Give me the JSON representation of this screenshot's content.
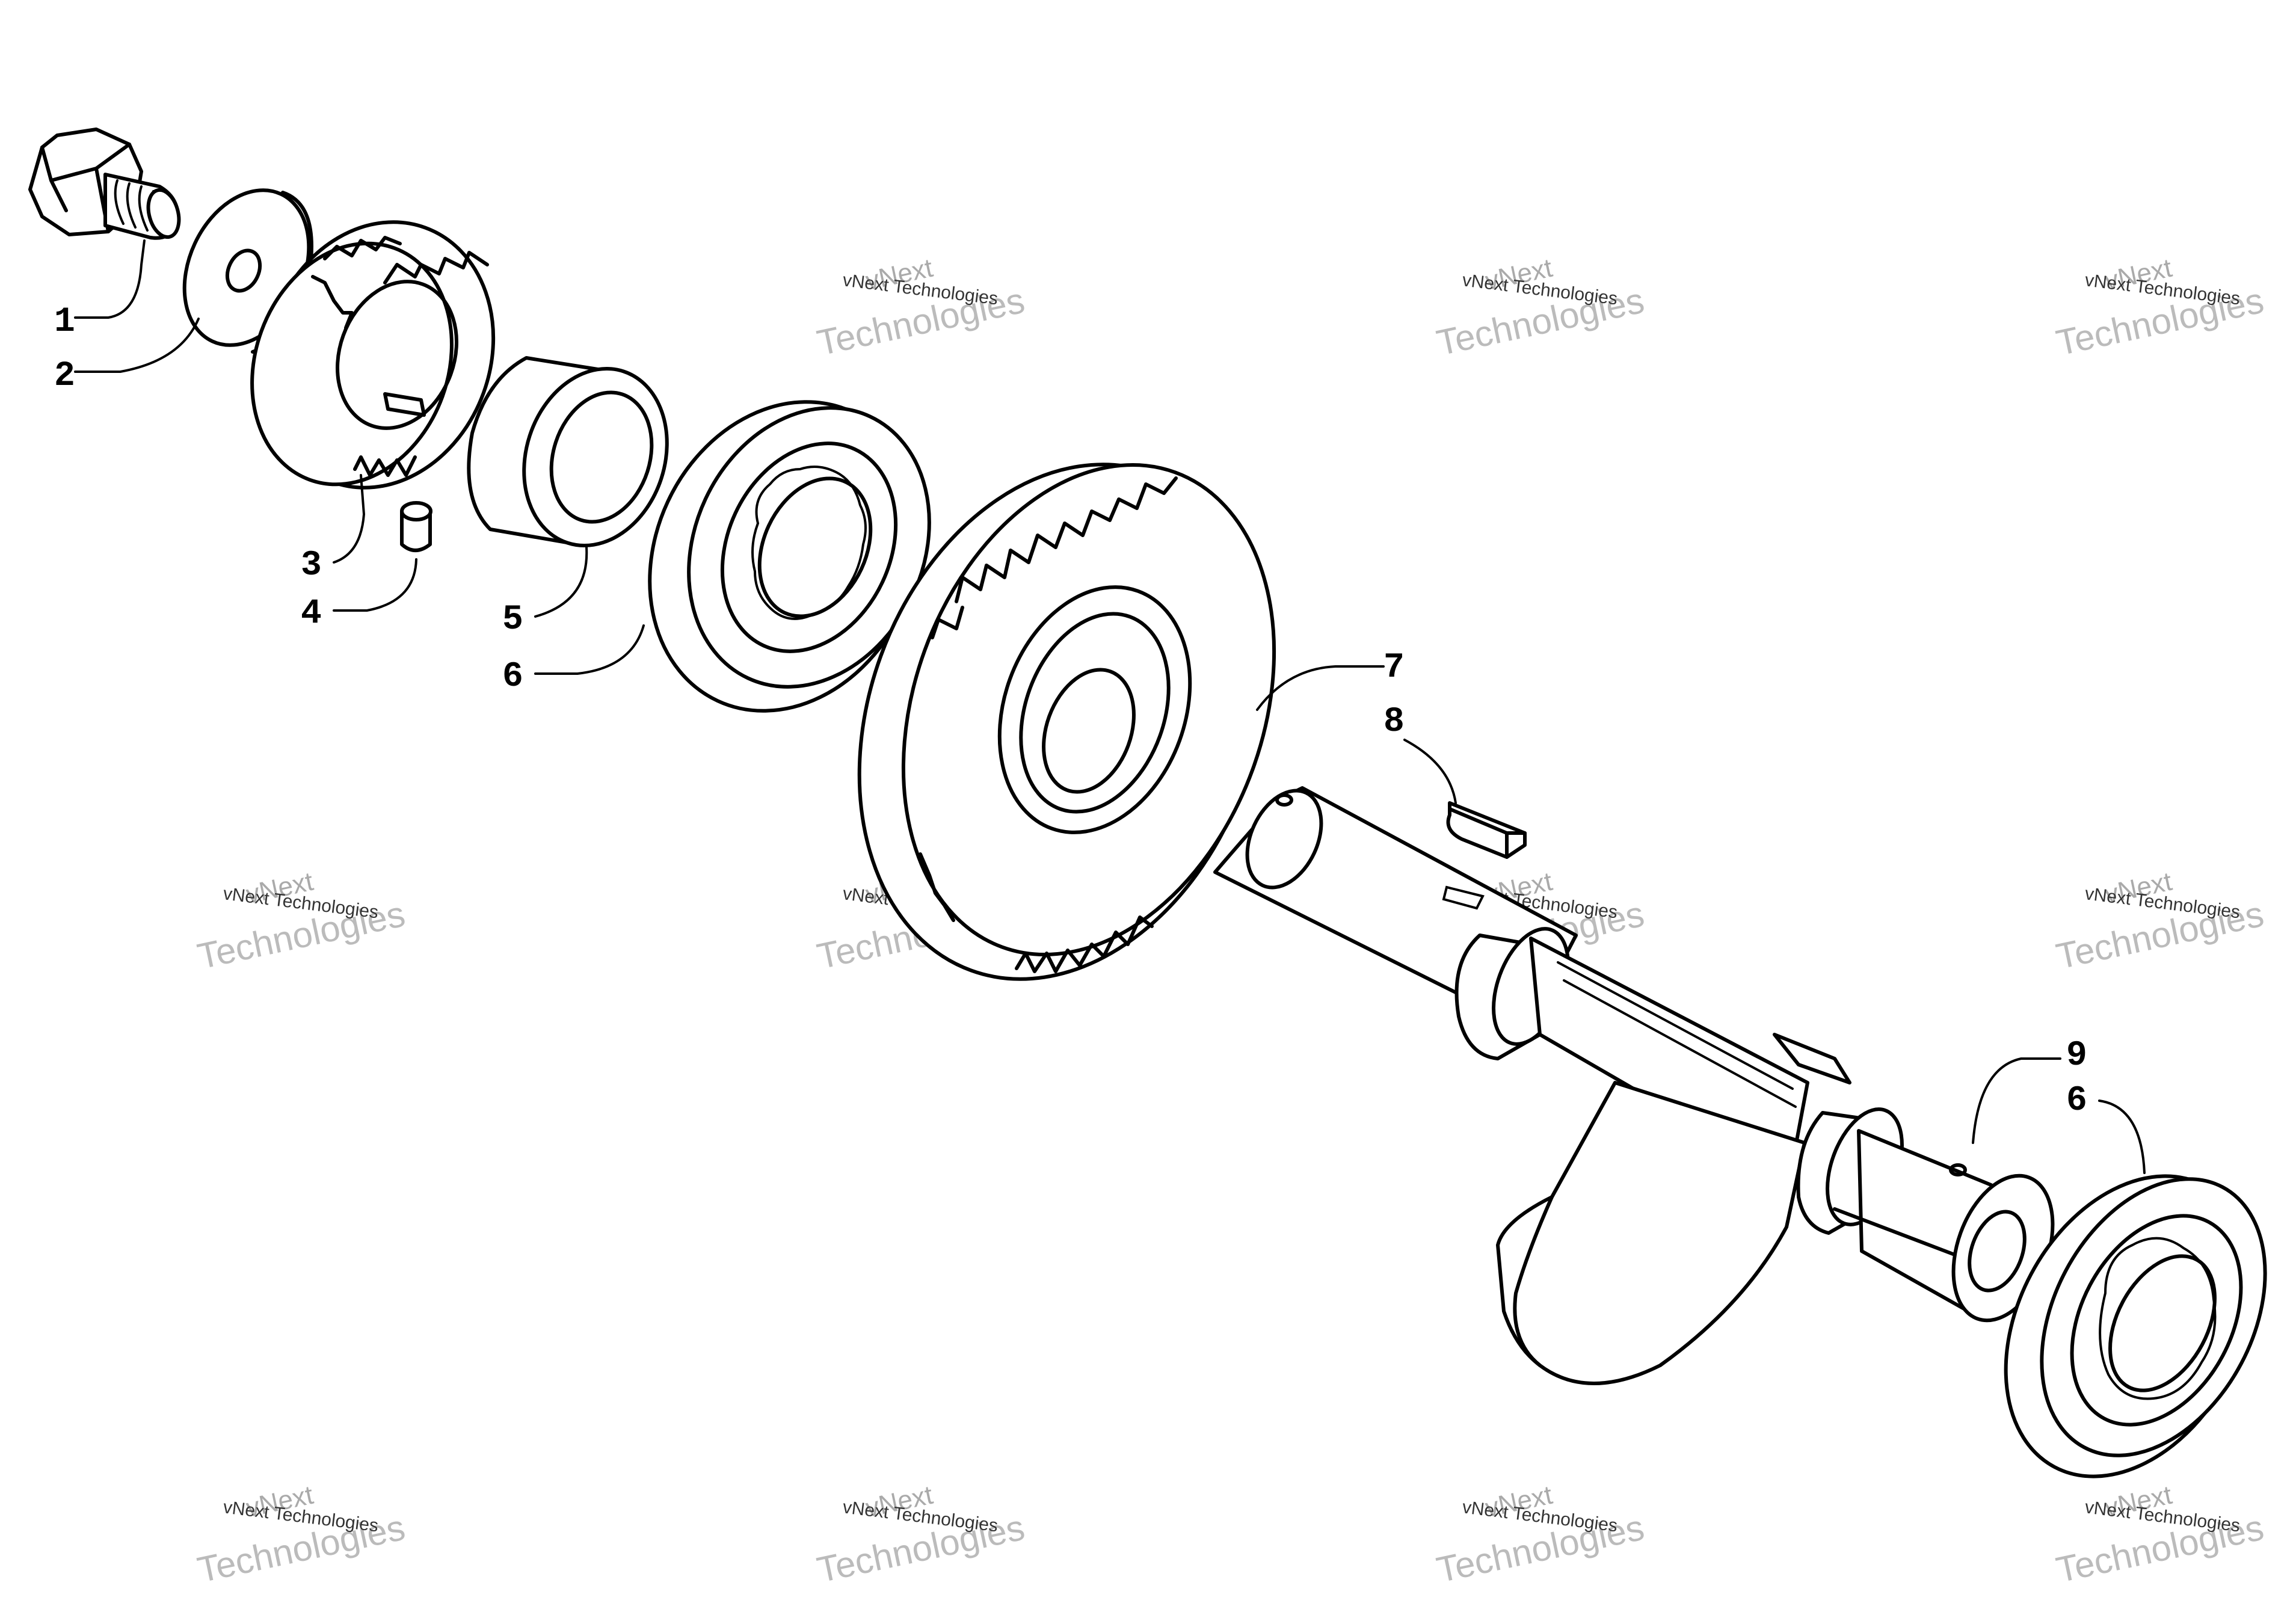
{
  "callouts": [
    {
      "id": "c1",
      "label": "1"
    },
    {
      "id": "c2",
      "label": "2"
    },
    {
      "id": "c3",
      "label": "3"
    },
    {
      "id": "c4",
      "label": "4"
    },
    {
      "id": "c5",
      "label": "5"
    },
    {
      "id": "c6a",
      "label": "6"
    },
    {
      "id": "c7",
      "label": "7"
    },
    {
      "id": "c8",
      "label": "8"
    },
    {
      "id": "c9",
      "label": "9"
    },
    {
      "id": "c6b",
      "label": "6"
    }
  ],
  "watermark": {
    "line_small": "vNext Technologies",
    "line_top": "vNext",
    "line_big": "Technologies"
  }
}
